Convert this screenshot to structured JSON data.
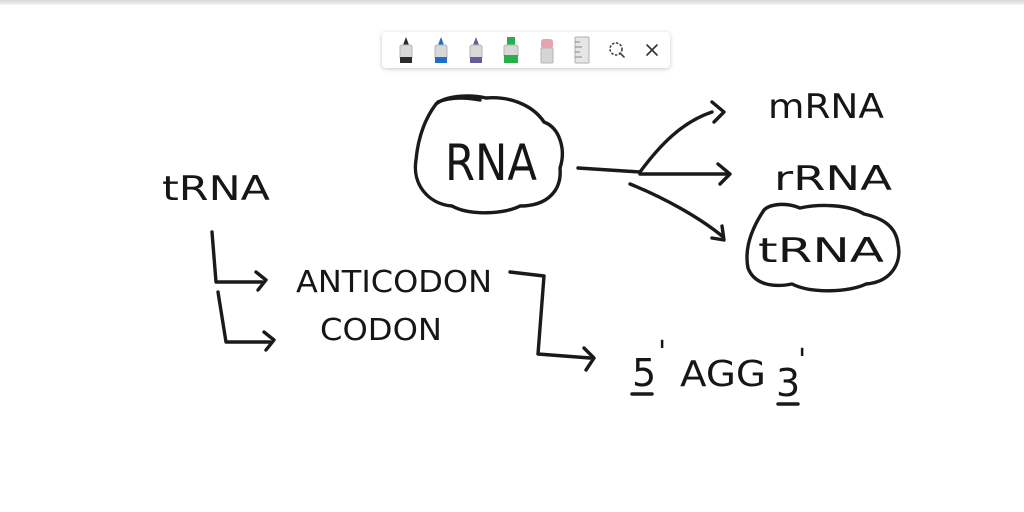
{
  "toolbar": {
    "tools": [
      {
        "name": "black-marker-icon",
        "color": "#2b2b2b"
      },
      {
        "name": "blue-marker-icon",
        "color": "#1f6fc4"
      },
      {
        "name": "purple-marker-icon",
        "color": "#6a5a9a"
      },
      {
        "name": "green-highlighter-icon",
        "color": "#27b04a"
      },
      {
        "name": "eraser-icon",
        "color": "#e9a2b0"
      },
      {
        "name": "ruler-icon",
        "color": "#bdbdbd"
      },
      {
        "name": "lasso-icon",
        "color": "#444444"
      },
      {
        "name": "close-icon",
        "color": "#333333"
      }
    ]
  },
  "diagram": {
    "center": "RNA",
    "branches": [
      "mRNA",
      "rRNA",
      "tRNA"
    ],
    "heading": "tRNA",
    "items": [
      "ANTICODON",
      "CODON"
    ],
    "sequence": {
      "five": "5",
      "prime1": "'",
      "bases": "AGG",
      "three": "3",
      "prime2": "'"
    }
  }
}
